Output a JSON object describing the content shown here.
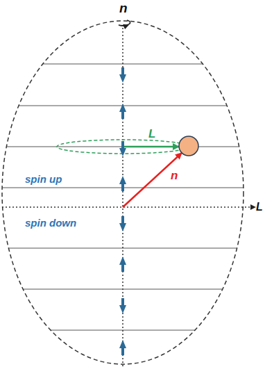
{
  "diagram": {
    "labels": [
      "n",
      "L",
      "spin up",
      "spin down",
      "L",
      "n"
    ]
  }
}
